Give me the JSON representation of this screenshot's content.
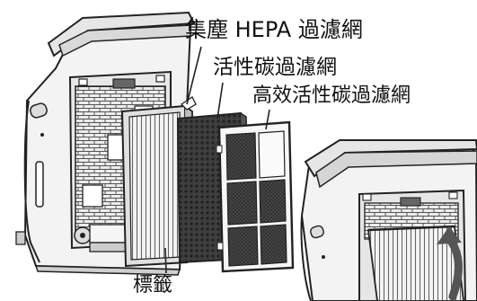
{
  "labels": {
    "hepa_filter": "集塵 HEPA 過濾網",
    "activated_carbon_filter": "活性碳過濾網",
    "high_efficiency_carbon_filter": "高效活性碳過濾網",
    "tag": "標籤"
  },
  "colors": {
    "line": "#222222",
    "body": "#f2f2f2",
    "dark_mesh": "#3a3a3a",
    "background": "#ffffff"
  }
}
